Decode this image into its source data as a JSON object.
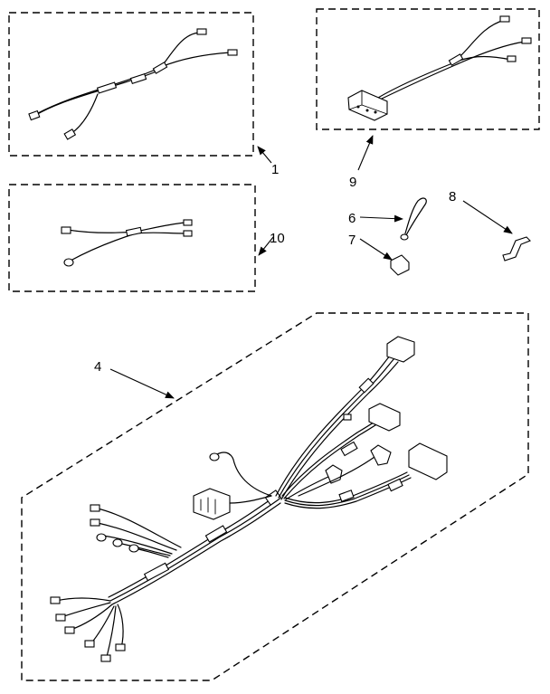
{
  "callouts": {
    "c1": "1",
    "c4": "4",
    "c6": "6",
    "c7": "7",
    "c8": "8",
    "c9": "9",
    "c10": "10"
  }
}
